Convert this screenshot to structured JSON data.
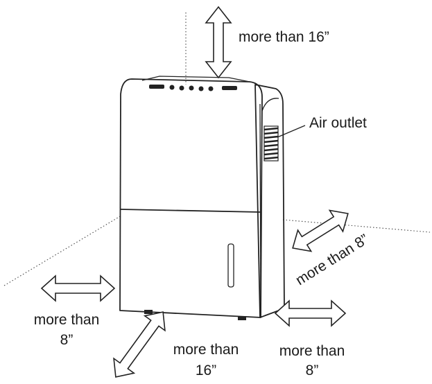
{
  "labels": {
    "top_clearance": "more than 16”",
    "air_outlet": "Air outlet",
    "right_clearance": "more than 8”",
    "left_line1": "more than",
    "left_line2": "8”",
    "front_line1": "more than",
    "front_line2": "16”",
    "front_right_line1": "more than",
    "front_right_line2": "8”"
  }
}
